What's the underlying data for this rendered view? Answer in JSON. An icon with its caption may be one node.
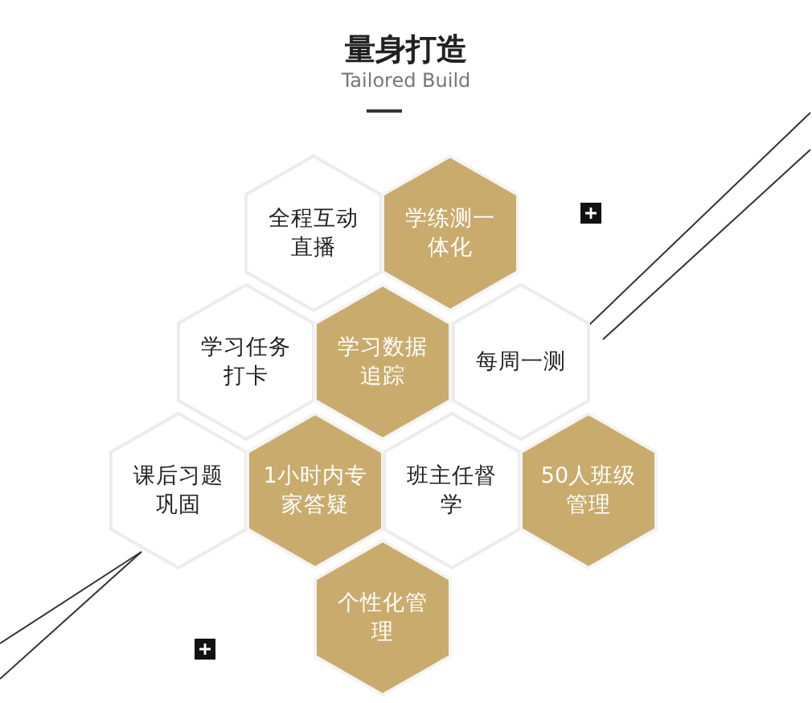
{
  "diagram": {
    "title": "量身打造",
    "nodes": [
      {
        "text": [
          "全程互动直播"
        ]
      },
      {
        "text": [
          "学练测一体化"
        ]
      },
      {
        "text": [
          "学习任务打卡"
        ]
      },
      {
        "text": [
          "学习数据追踪"
        ]
      },
      {
        "text": [
          "每周一测"
        ]
      },
      {
        "text": [
          "课后习题巩固"
        ]
      },
      {
        "text": [
          "1小时内专家答疑"
        ]
      },
      {
        "text": [
          "班主任督学"
        ]
      },
      {
        "text": [
          "50人班级管理"
        ]
      },
      {
        "text": [
          "个性化管理"
        ]
      }
    ],
    "labels": [
      "Tailored Build"
    ]
  }
}
